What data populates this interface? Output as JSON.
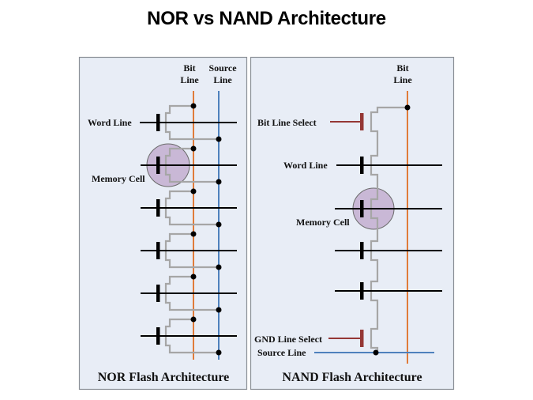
{
  "title": "NOR vs NAND Architecture",
  "colors": {
    "panel_bg": "#e8edf6",
    "panel_border": "#8a8f96",
    "bit_line": "#e07b39",
    "source_line": "#4f81bd",
    "word_line": "#000000",
    "transistor": "#a6a6a6",
    "select_gate": "#953735",
    "memory_cell_fill": "#c9b8d6"
  },
  "nor": {
    "caption": "NOR Flash Architecture",
    "bit_line_label": [
      "Bit",
      "Line"
    ],
    "source_line_label": [
      "Source",
      "Line"
    ],
    "word_line_label": "Word Line",
    "memory_cell_label": "Memory Cell",
    "cell_count": 6,
    "highlighted_cell": 2
  },
  "nand": {
    "caption": "NAND Flash Architecture",
    "bit_line_label": [
      "Bit",
      "Line"
    ],
    "bit_line_select_label": "Bit Line Select",
    "word_line_label": "Word Line",
    "memory_cell_label": "Memory Cell",
    "gnd_line_select_label": "GND Line Select",
    "source_line_label": "Source Line",
    "cell_count": 4,
    "highlighted_cell": 2
  }
}
